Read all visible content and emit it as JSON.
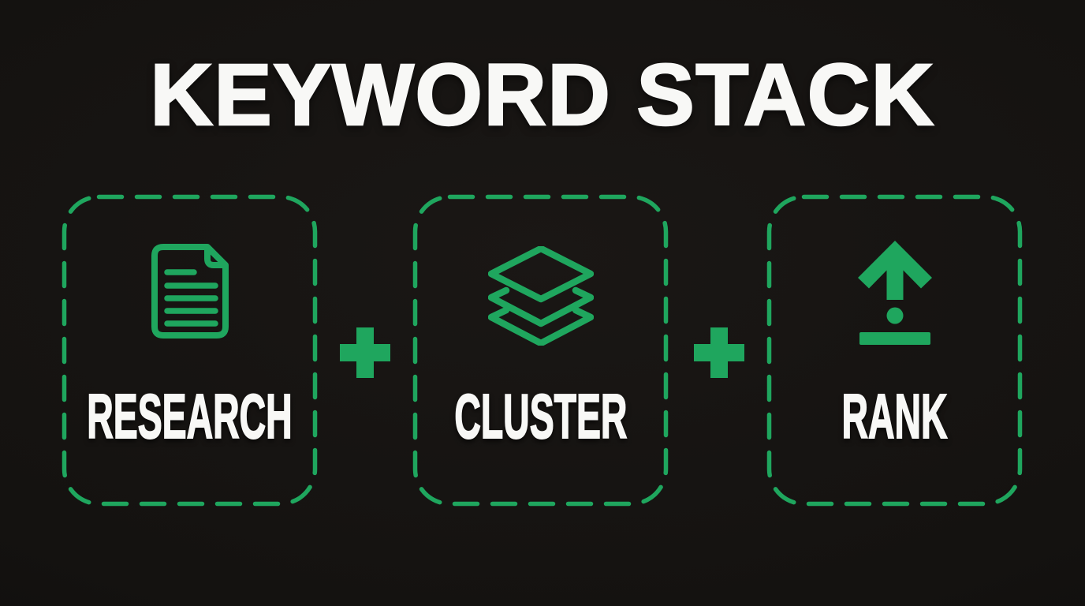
{
  "title": "KEYWORD STACK",
  "steps": [
    {
      "label": "RESEARCH",
      "icon": "document-lines-icon"
    },
    {
      "label": "CLUSTER",
      "icon": "layers-stack-icon"
    },
    {
      "label": "RANK",
      "icon": "rank-up-arrow-icon"
    }
  ],
  "operators": [
    {
      "symbol": "+"
    },
    {
      "symbol": "+"
    }
  ],
  "colors": {
    "background": "#141210",
    "accent_green": "#1FA65E",
    "text_white": "#F8F8F6"
  }
}
